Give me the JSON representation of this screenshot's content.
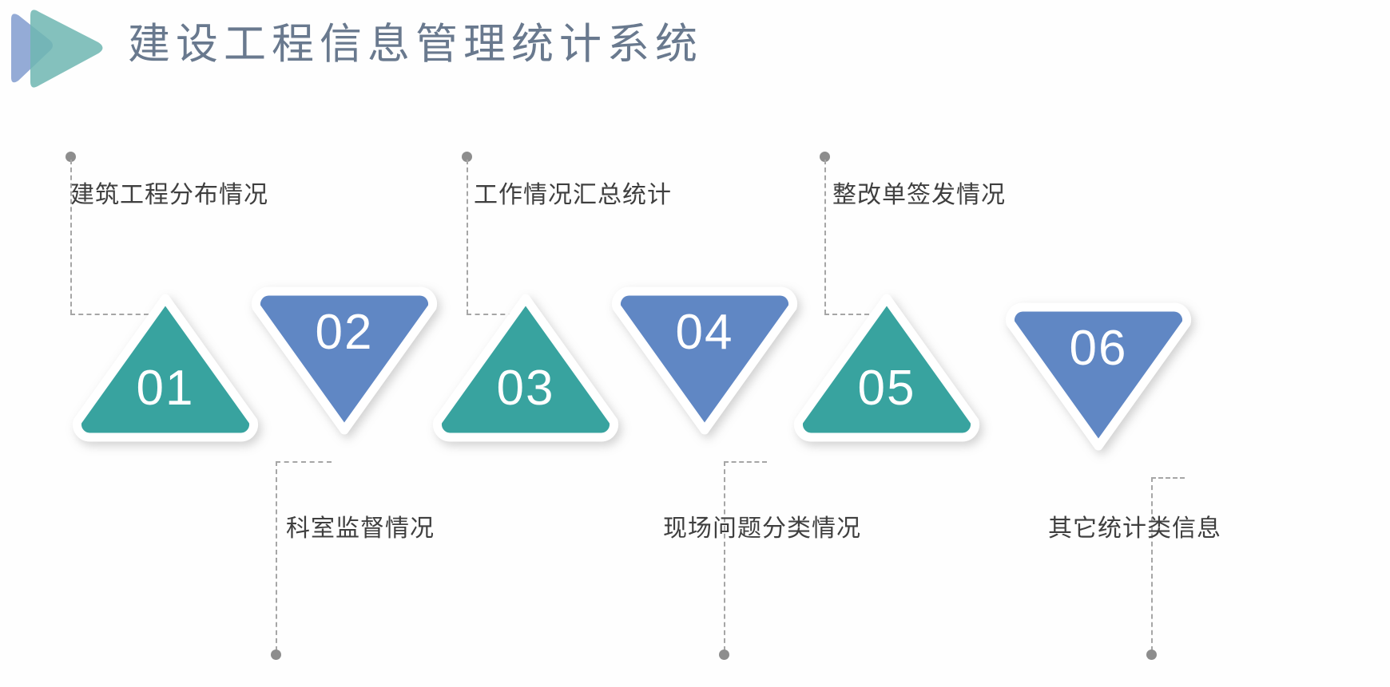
{
  "header": {
    "title": "建设工程信息管理统计系统",
    "title_color": "#69798e",
    "logo_name": "play-triangles-logo",
    "logo_color_back": "#8ea7d4",
    "logo_color_front": "#6fb6b2"
  },
  "theme": {
    "teal": "#39a39f",
    "blue": "#6187c4",
    "outline": "#ffffff",
    "dash_color": "#a6a6a6",
    "dot_color": "#8d8d8d",
    "label_color": "#3f3f3f",
    "background": "#fefefe"
  },
  "steps": [
    {
      "number": "01",
      "label": "建筑工程分布情况",
      "color": "#39a39f",
      "direction": "up",
      "label_position": "top"
    },
    {
      "number": "02",
      "label": "科室监督情况",
      "color": "#6187c4",
      "direction": "down",
      "label_position": "bottom"
    },
    {
      "number": "03",
      "label": "工作情况汇总统计",
      "color": "#39a39f",
      "direction": "up",
      "label_position": "top"
    },
    {
      "number": "04",
      "label": "现场问题分类情况",
      "color": "#6187c4",
      "direction": "down",
      "label_position": "bottom"
    },
    {
      "number": "05",
      "label": "整改单签发情况",
      "color": "#39a39f",
      "direction": "up",
      "label_position": "top"
    },
    {
      "number": "06",
      "label": "其它统计类信息",
      "color": "#6187c4",
      "direction": "down",
      "label_position": "bottom"
    }
  ]
}
